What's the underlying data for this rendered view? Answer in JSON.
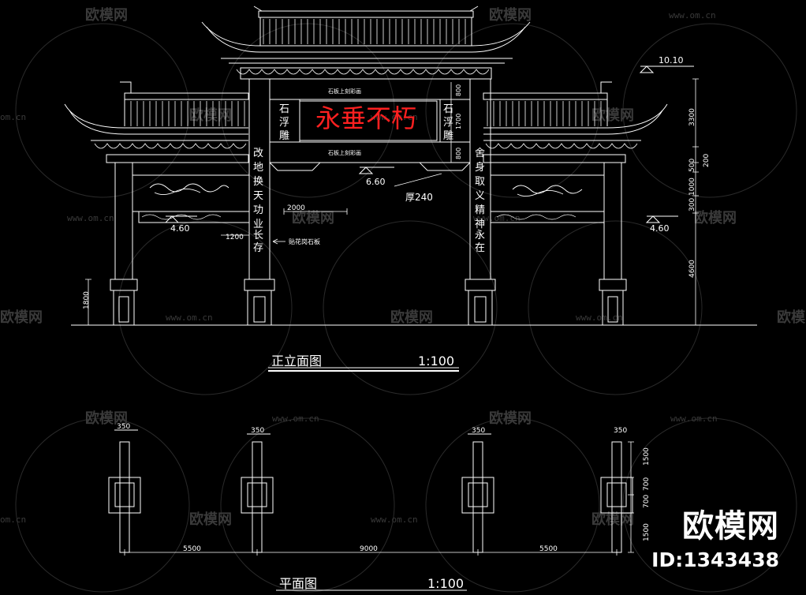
{
  "watermark": {
    "brand": "欧模网",
    "url": "www.om.cn",
    "url_short": "om.cn"
  },
  "brand_overlay": {
    "name": "欧模网",
    "id": "ID:1343438"
  },
  "elevation": {
    "title": "正立面图",
    "scale": "1:100",
    "plaque_main": "永垂不朽",
    "plaque_left": [
      "石",
      "浮",
      "雕"
    ],
    "plaque_right": [
      "石",
      "浮",
      "雕"
    ],
    "plaque_top_note": "石板上刻彩画",
    "plaque_bottom_note": "石板上刻彩画",
    "couplet_left": [
      "改",
      "地",
      "换",
      "天",
      "功",
      "业",
      "长",
      "存"
    ],
    "couplet_right": [
      "舍",
      "身",
      "取",
      "义",
      "精",
      "神",
      "永",
      "在"
    ],
    "couplet_note": "贴花岗石板",
    "level_top": "10.10",
    "level_mid": "6.60",
    "level_left": "4.60",
    "level_right": "4.60",
    "thickness": "厚240",
    "dim_2000": "2000",
    "dim_1200": "1200",
    "dim_1800": "1800",
    "dim_800a": "800",
    "dim_1700": "1700",
    "dim_800b": "800",
    "dim_3300": "3300",
    "dim_500": "500",
    "dim_200": "200",
    "dim_1000": "1000",
    "dim_300": "300",
    "dim_4600": "4600"
  },
  "plan": {
    "title": "平面图",
    "scale": "1:100",
    "dim_5500_left": "5500",
    "dim_9000": "9000",
    "dim_5500_right": "5500",
    "col_350_a": "350",
    "col_350_b": "350",
    "col_350_c": "350",
    "col_350_d": "350",
    "dim_1500_top": "1500",
    "dim_700_a": "700",
    "dim_700_b": "700",
    "dim_1500_bottom": "1500"
  },
  "colors": {
    "line": "#ffffff",
    "accent_red": "#ff2020",
    "watermark": "#3a3a3a"
  }
}
